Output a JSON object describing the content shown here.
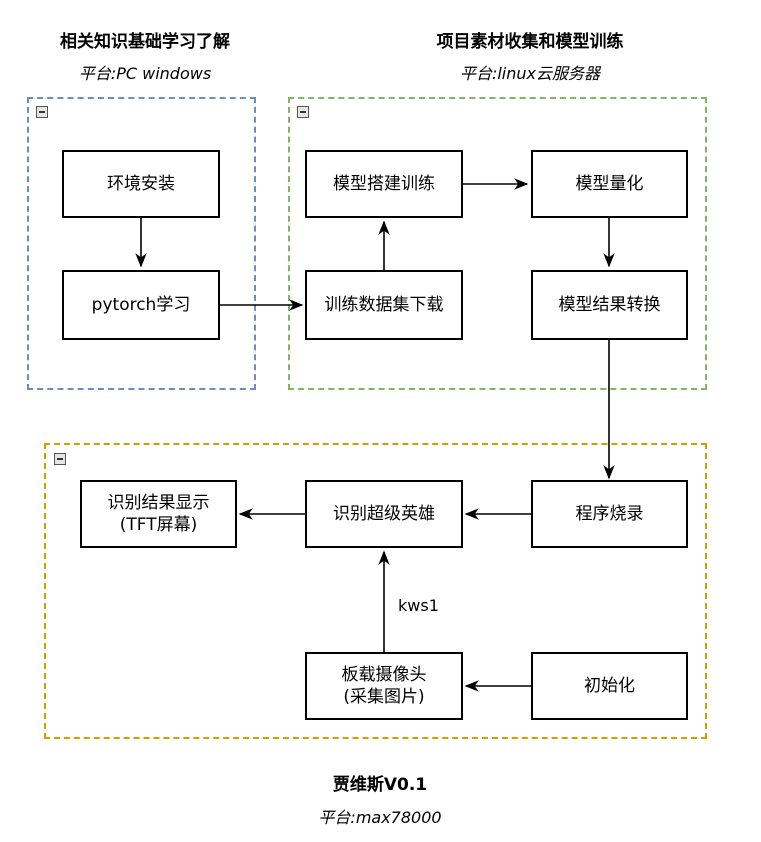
{
  "sections": {
    "learn": {
      "title": "相关知识基础学习了解",
      "platform": "平台:PC windows",
      "color": "#6c8ebf"
    },
    "train": {
      "title": "项目素材收集和模型训练",
      "platform": "平台:linux云服务器",
      "color": "#82b366"
    },
    "deploy": {
      "title": "贾维斯V0.1",
      "platform": "平台:max78000",
      "color": "#d79b00"
    }
  },
  "nodes": {
    "env_install": "环境安装",
    "pytorch_learn": "pytorch学习",
    "model_build": "模型搭建训练",
    "model_quant": "模型量化",
    "dataset_download": "训练数据集下载",
    "model_convert": "模型结果转换",
    "result_display_line1": "识别结果显示",
    "result_display_line2": "(TFT屏幕)",
    "recognize_hero": "识别超级英雄",
    "program_flash": "程序烧录",
    "camera_line1": "板载摄像头",
    "camera_line2": "(采集图片)",
    "init": "初始化"
  },
  "edge_labels": {
    "kws": "kws1"
  }
}
